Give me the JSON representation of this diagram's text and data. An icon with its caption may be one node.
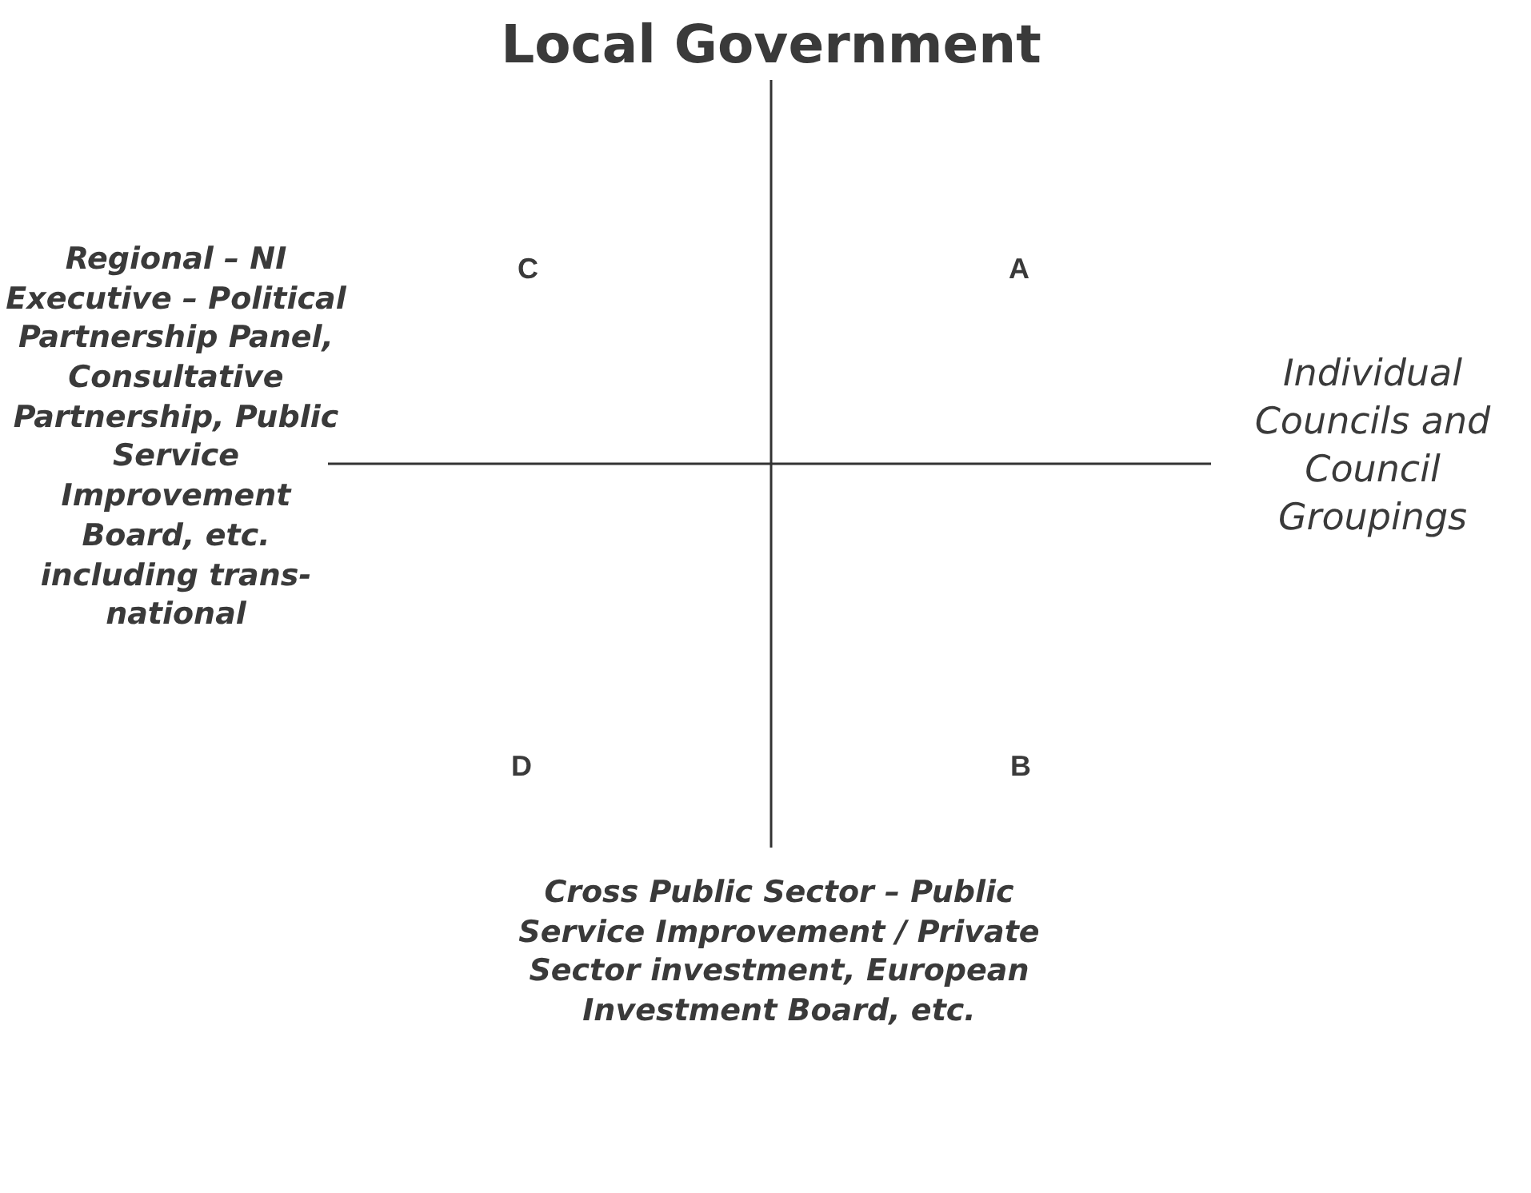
{
  "diagram": {
    "labels": [
      "Local Government",
      "Regional – NI Executive – Political Partnership Panel, Consultative Partnership, Public Service Improvement Board, etc. including trans-national",
      "C",
      "A",
      "Individual Councils and Council Groupings",
      "D",
      "B",
      "Cross Public Sector – Public Service Improvement / Private Sector investment, European Investment Board, etc."
    ]
  }
}
